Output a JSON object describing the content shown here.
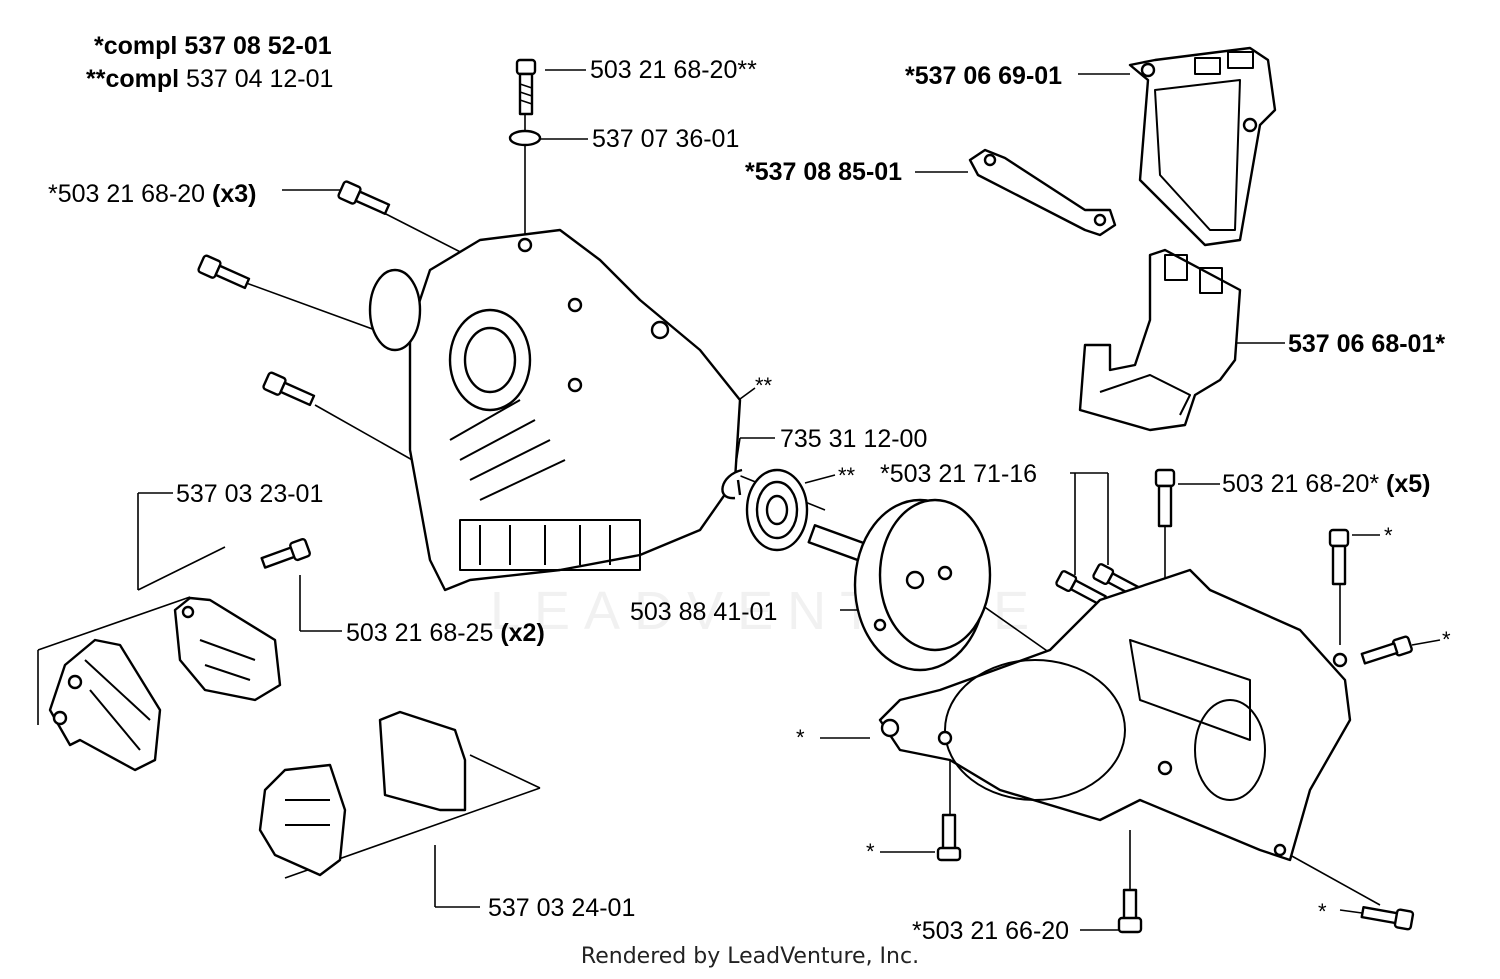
{
  "labels": {
    "compl_1_prefix": "*compl",
    "compl_1_number": "537 08 52-01",
    "compl_2_prefix": "**compl",
    "compl_2_number": "537 04 12-01",
    "screw_top": "503 21 68-20**",
    "ring_top": "537 07 36-01",
    "screw_left_number": "*503 21 68-20",
    "screw_left_qty": "(x3)",
    "gasket_top": "*537 06 69-01",
    "gasket_mid": "*537 08 85-01",
    "cover_right": "537 06 68-01*",
    "bearing_mark": "**",
    "clip": "735 31 12-00",
    "bearing_mark_2": "**",
    "screw_pair": "*503 21 71-16",
    "screw_right_number": "503 21 68-20*",
    "screw_right_qty": "(x5)",
    "bracket_left": "537 03 23-01",
    "screw_bracket_number": "503 21 68-25",
    "screw_bracket_qty": "(x2)",
    "flywheel": "503 88 41-01",
    "star_1": "*",
    "star_2": "*",
    "star_3": "*",
    "star_4": "*",
    "star_5": "*",
    "bracket_bottom": "537 03 24-01",
    "screw_bottom": "*503 21 66-20"
  },
  "footer": "Rendered by LeadVenture, Inc.",
  "watermark": "LEADVENTURE"
}
